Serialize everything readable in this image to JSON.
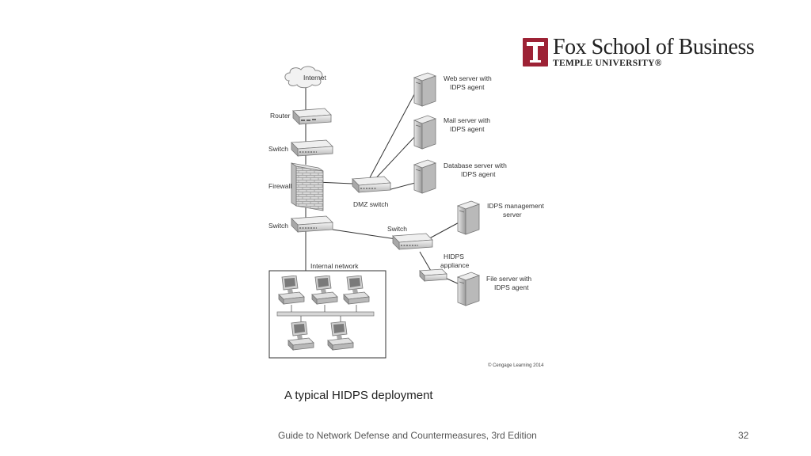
{
  "logo": {
    "name": "Fox School of Business",
    "subtitle": "TEMPLE UNIVERSITY®",
    "color": "#9d2235"
  },
  "diagram": {
    "labels": {
      "internet": "Internet",
      "router": "Router",
      "switch_top": "Switch",
      "firewall": "Firewall",
      "switch_bottom": "Switch",
      "dmz_switch": "DMZ switch",
      "internal_network": "Internal network",
      "switch_right": "Switch",
      "hidps_line1": "HIDPS",
      "hidps_line2": "appliance",
      "web_line1": "Web server with",
      "web_line2": "IDPS agent",
      "mail_line1": "Mail server with",
      "mail_line2": "IDPS agent",
      "db_line1": "Database server with",
      "db_line2": "IDPS agent",
      "mgmt_line1": "IDPS management",
      "mgmt_line2": "server",
      "file_line1": "File server with",
      "file_line2": "IDPS agent",
      "copyright": "© Cengage Learning 2014"
    }
  },
  "caption": "A typical HIDPS deployment",
  "footer": "Guide to Network Defense and Countermeasures, 3rd  Edition",
  "page_number": "32"
}
